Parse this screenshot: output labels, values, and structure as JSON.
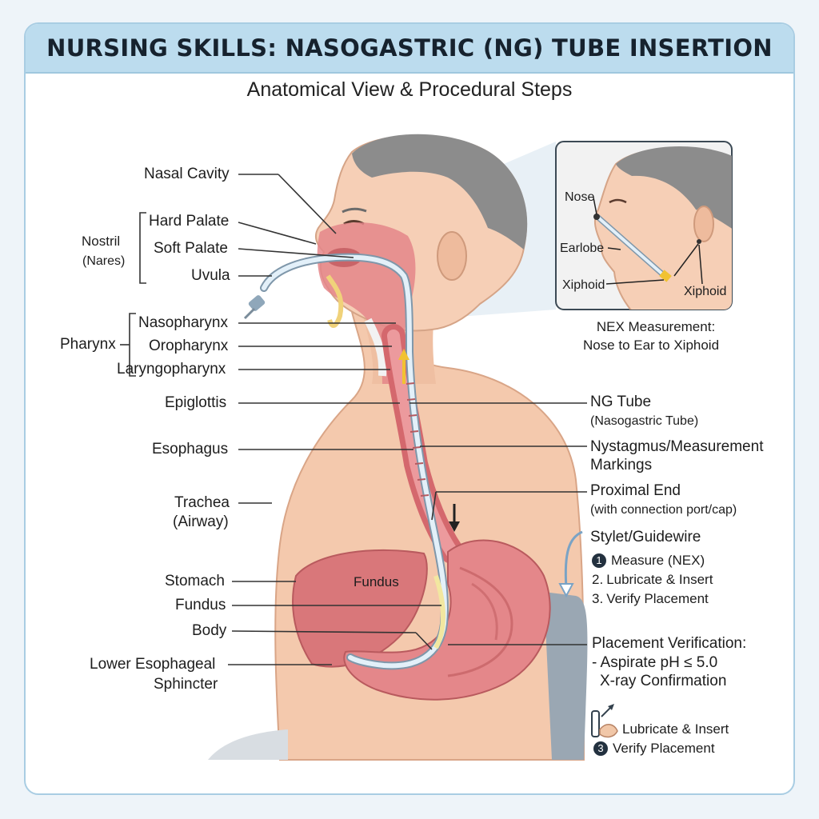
{
  "title": "NURSING SKILLS: NASOGASTRIC (NG) TUBE INSERTION",
  "subtitle": "Anatomical View & Procedural Steps",
  "left_labels": {
    "nasal_cavity": "Nasal Cavity",
    "nostril": "Nostril",
    "nares": "(Nares)",
    "hard_palate": "Hard Palate",
    "soft_palate": "Soft Palate",
    "uvula": "Uvula",
    "pharynx": "Pharynx",
    "nasopharynx": "Nasopharynx",
    "oropharynx": "Oropharynx",
    "laryngopharynx": "Laryngopharynx",
    "epiglottis": "Epiglottis",
    "esophagus": "Esophagus",
    "trachea": "Trachea",
    "airway": "(Airway)",
    "stomach": "Stomach",
    "fundus": "Fundus",
    "body": "Body",
    "les_line1": "Lower Esophageal",
    "les_line2": "Sphincter"
  },
  "stomach_inner_label": "Fundus",
  "inset": {
    "nose": "Nose",
    "earlobe": "Earlobe",
    "xiphoid_left": "Xiphoid",
    "xiphoid_right": "Xiphoid",
    "caption_line1": "NEX Measurement:",
    "caption_line2": "Nose to Ear to Xiphoid"
  },
  "right_labels": {
    "ng_tube": "NG Tube",
    "ng_tube_sub": "(Nasogastric Tube)",
    "markings_line1": "Nystagmus/Measurement",
    "markings_line2": "Markings",
    "proximal_end": "Proximal End",
    "proximal_sub": "(with connection port/cap)",
    "stylet": "Stylet/Guidewire"
  },
  "steps": [
    {
      "marker": "1",
      "filled": true,
      "text": "Measure (NEX)"
    },
    {
      "marker": "2.",
      "filled": false,
      "text": "Lubricate & Insert"
    },
    {
      "marker": "3.",
      "filled": false,
      "text": "Verify Placement"
    }
  ],
  "verification": {
    "heading": "Placement Verification:",
    "line1": "- Aspirate pH ≤ 5.0",
    "line2": "X-ray Confirmation"
  },
  "bottom_steps": [
    {
      "marker": "",
      "text": "Lubricate & Insert"
    },
    {
      "marker": "3",
      "text": "Verify Placement"
    }
  ],
  "colors": {
    "banner": "#bcdcee",
    "skin": "#f5cdb3",
    "organ": "#d9777a",
    "tube": "#cfe4f4",
    "hair": "#8a8a8a"
  }
}
